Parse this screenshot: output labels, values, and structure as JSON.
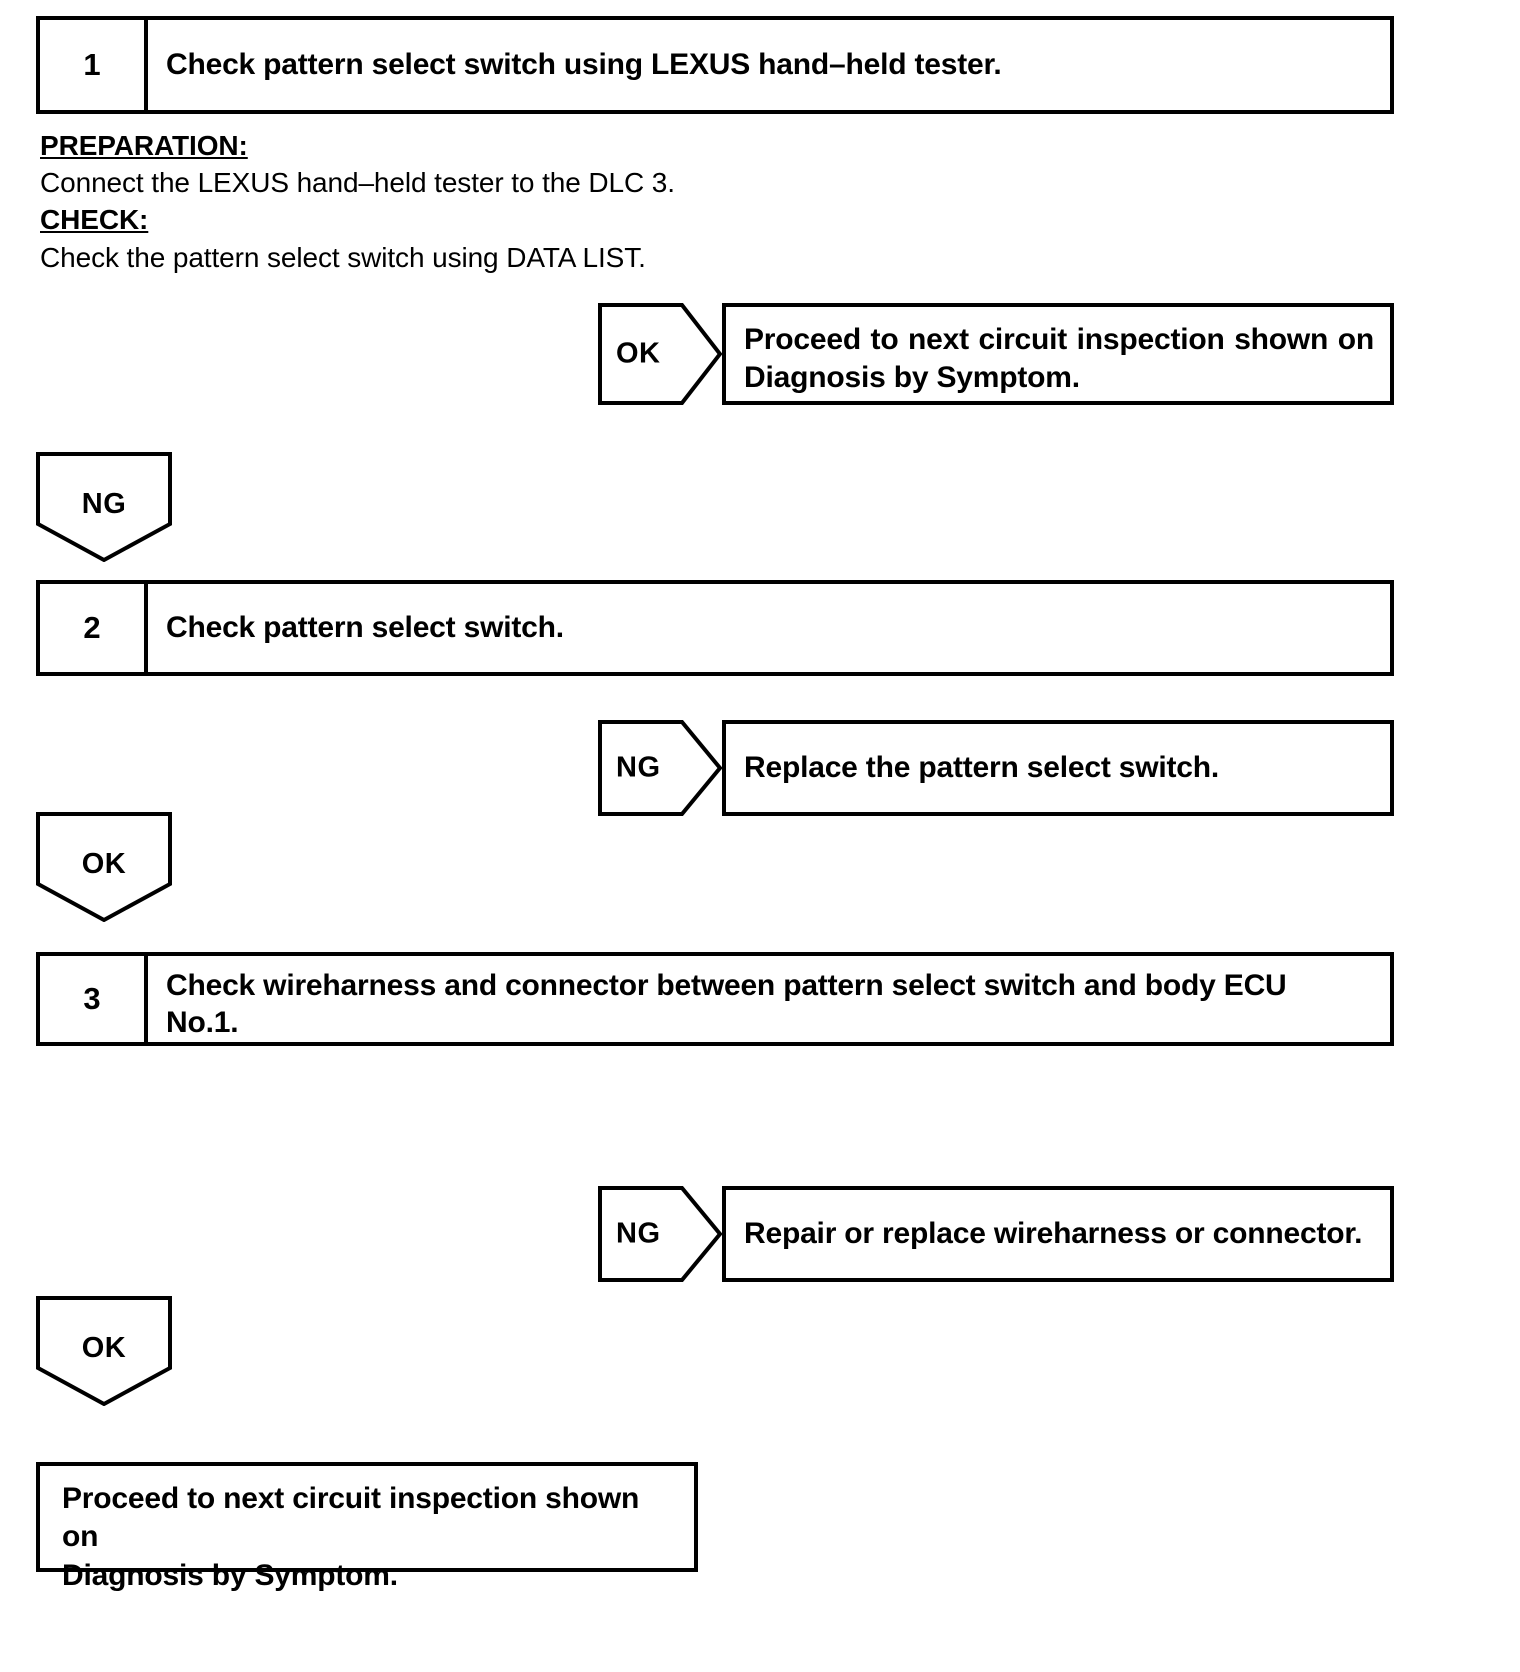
{
  "document": {
    "type": "diagnostic-flowchart",
    "line_color": "#000000",
    "background_color": "#ffffff"
  },
  "steps": [
    {
      "number": "1",
      "title": "Check pattern select switch using LEXUS hand–held tester."
    },
    {
      "number": "2",
      "title": "Check pattern select switch."
    },
    {
      "number": "3",
      "title_line1": "Check wireharness and connector between pattern select switch and body ECU",
      "title_line2": "No.1."
    }
  ],
  "procedure": {
    "preparation_header": "PREPARATION:",
    "preparation_text": "Connect the LEXUS hand–held tester to the DLC 3.",
    "check_header": "CHECK:",
    "check_text": "Check the pattern select switch using DATA LIST."
  },
  "branches": [
    {
      "id": "step1-ok",
      "judgement": "OK",
      "result_line1": "Proceed to next circuit inspection shown on",
      "result_line2": "Diagnosis by Symptom."
    },
    {
      "id": "step2-ng",
      "judgement": "NG",
      "result_line1": "Replace the pattern select switch."
    },
    {
      "id": "step3-ng",
      "judgement": "NG",
      "result_line1": "Repair or replace wireharness or connector."
    }
  ],
  "connectors": [
    {
      "id": "step1-ng",
      "judgement": "NG"
    },
    {
      "id": "step2-ok",
      "judgement": "OK"
    },
    {
      "id": "step3-ok",
      "judgement": "OK"
    }
  ],
  "terminal": {
    "line1": "Proceed to next circuit inspection shown on",
    "line2": "Diagnosis by Symptom."
  }
}
